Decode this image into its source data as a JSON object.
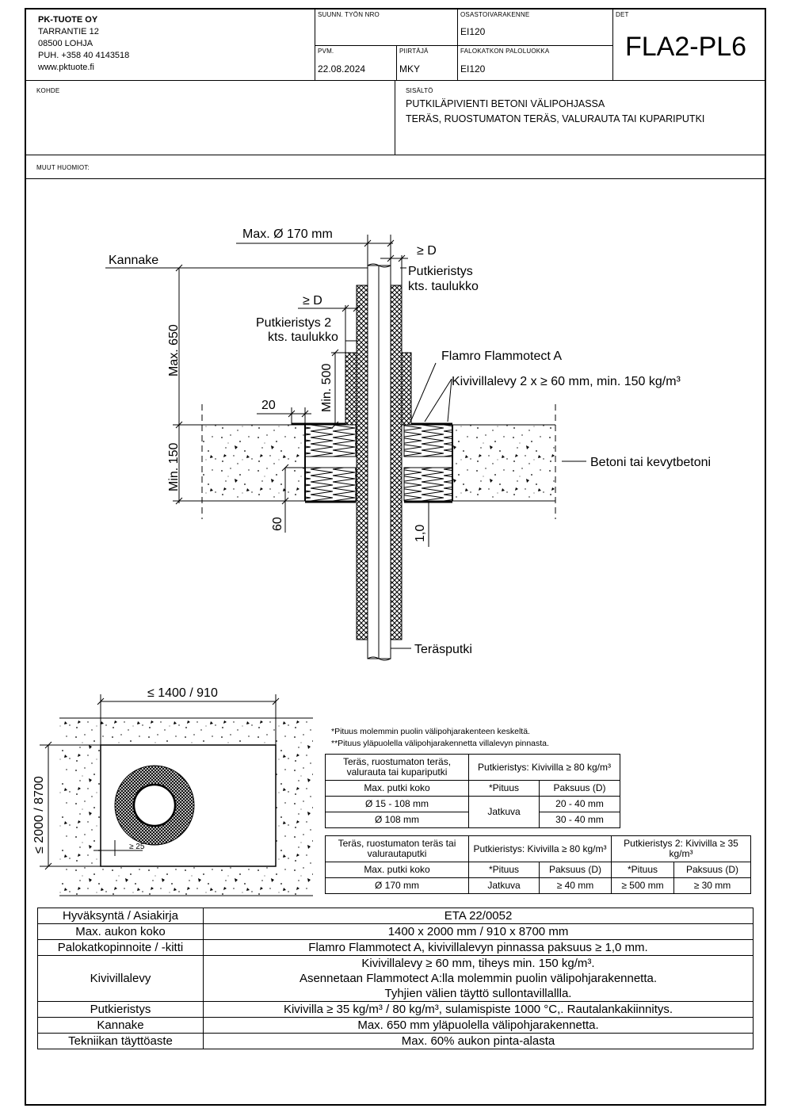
{
  "company": {
    "name": "PK-TUOTE OY",
    "address": "TARRANTIE 12",
    "postal": "08500 LOHJA",
    "phone": "PUH. +358 40 4143518",
    "web": "www.pktuote.fi"
  },
  "title_block": {
    "suunn_label": "SUUNN. TYÖN NRO",
    "suunn_value": "",
    "osasto_label": "OSASTOIVARAKENNE",
    "osasto_value": "EI120",
    "det_label": "DET",
    "det_value": "FLA2-PL6",
    "pvm_label": "PVM.",
    "pvm_value": "22.08.2024",
    "piirtaja_label": "PIIRTÄJÄ",
    "piirtaja_value": "MKY",
    "palokatko_label": "FALOKATKON PALOLUOKKA",
    "palokatko_value": "EI120",
    "kohde_label": "KOHDE",
    "kohde_value": "",
    "sisalto_label": "SISÄLTÖ",
    "sisalto_line1": "PUTKILÄPIVIENTI BETONI VÄLIPOHJASSA",
    "sisalto_line2": "TERÄS, RUOSTUMATON TERÄS, VALURAUTA TAI KUPARIPUTKI",
    "muut_label": "MUUT HUOMIOT:"
  },
  "section_drawing": {
    "max_dia": "Max. Ø 170 mm",
    "ge_d_right": "≥ D",
    "kannake": "Kannake",
    "putkieristys_1": "Putkieristys",
    "kts_taulukko_1": "kts. taulukko",
    "ge_d_left": "≥ D",
    "putkieristys_2": "Putkieristys 2",
    "kts_taulukko_2": "kts. taulukko",
    "max_650": "Max. 650",
    "min_500": "Min. 500",
    "flamro": "Flamro Flammotect A",
    "kivivillalevy": "Kivivillalevy 2 x ≥ 60 mm, min. 150 kg/m³",
    "dim_20": "20",
    "min_150": "Min. 150",
    "betoni": "Betoni tai kevytbetoni",
    "dim_60": "60",
    "dim_10": "1,0",
    "terasputki": "Teräsputki"
  },
  "plan_drawing": {
    "width_dim": "≤ 1400 / 910",
    "height_dim": "≤ 2000 / 8700",
    "gap_dim": "≥ 25"
  },
  "notes": {
    "note1": "*Pituus molemmin puolin välipohjarakenteen keskeltä.",
    "note2": "**Pituus yläpuolella välipohjarakennetta villalevyn pinnasta."
  },
  "table1": {
    "h1": "Teräs, ruostumaton teräs, valurauta tai kupariputki",
    "h2": "Putkieristys: Kivivilla ≥ 80 kg/m³",
    "sub_col1": "Max. putki koko",
    "sub_col2": "*Pituus",
    "sub_col3": "Paksuus (D)",
    "rows": [
      {
        "size": "Ø 15 - 108 mm",
        "pituus": "Jatkuva",
        "paksuus": "20 - 40 mm"
      },
      {
        "size": "Ø 108 mm",
        "pituus": "",
        "paksuus": "30 - 40 mm"
      }
    ]
  },
  "table2": {
    "h1": "Teräs, ruostumaton teräs tai valurautaputki",
    "h2": "Putkieristys: Kivivilla ≥ 80 kg/m³",
    "h3": "Putkieristys 2: Kivivilla ≥ 35 kg/m³",
    "sub_col1": "Max. putki koko",
    "sub_col2": "*Pituus",
    "sub_col3": "Paksuus (D)",
    "sub_col4": "*Pituus",
    "sub_col5": "Paksuus (D)",
    "row": {
      "size": "Ø 170 mm",
      "pituus": "Jatkuva",
      "paksuus": "≥ 40 mm",
      "pituus2": "≥ 500 mm",
      "paksuus2": "≥ 30 mm"
    }
  },
  "main_table": [
    {
      "label": "Hyväksyntä / Asiakirja",
      "value": "ETA 22/0052"
    },
    {
      "label": "Max. aukon koko",
      "value": "1400 x 2000 mm / 910 x 8700 mm"
    },
    {
      "label": "Palokatkopinnoite / -kitti",
      "value": "Flamro Flammotect A, kivivillalevyn pinnassa paksuus ≥ 1,0 mm."
    },
    {
      "label": "Kivivillalevy",
      "value1": "Kivivillalevy ≥ 60 mm, tiheys min. 150 kg/m³.",
      "value2": "Asennetaan Flammotect A:lla molemmin puolin välipohjarakennetta.",
      "value3": "Tyhjien välien täyttö sullontavillallla."
    },
    {
      "label": "Putkieristys",
      "value": "Kivivilla ≥ 35 kg/m³ / 80 kg/m³, sulamispiste 1000 °C,. Rautalankakiinnitys."
    },
    {
      "label": "Kannake",
      "value": "Max. 650 mm yläpuolella välipohjarakennetta."
    },
    {
      "label": "Tekniikan täyttöaste",
      "value": "Max. 60% aukon pinta-alasta"
    }
  ]
}
